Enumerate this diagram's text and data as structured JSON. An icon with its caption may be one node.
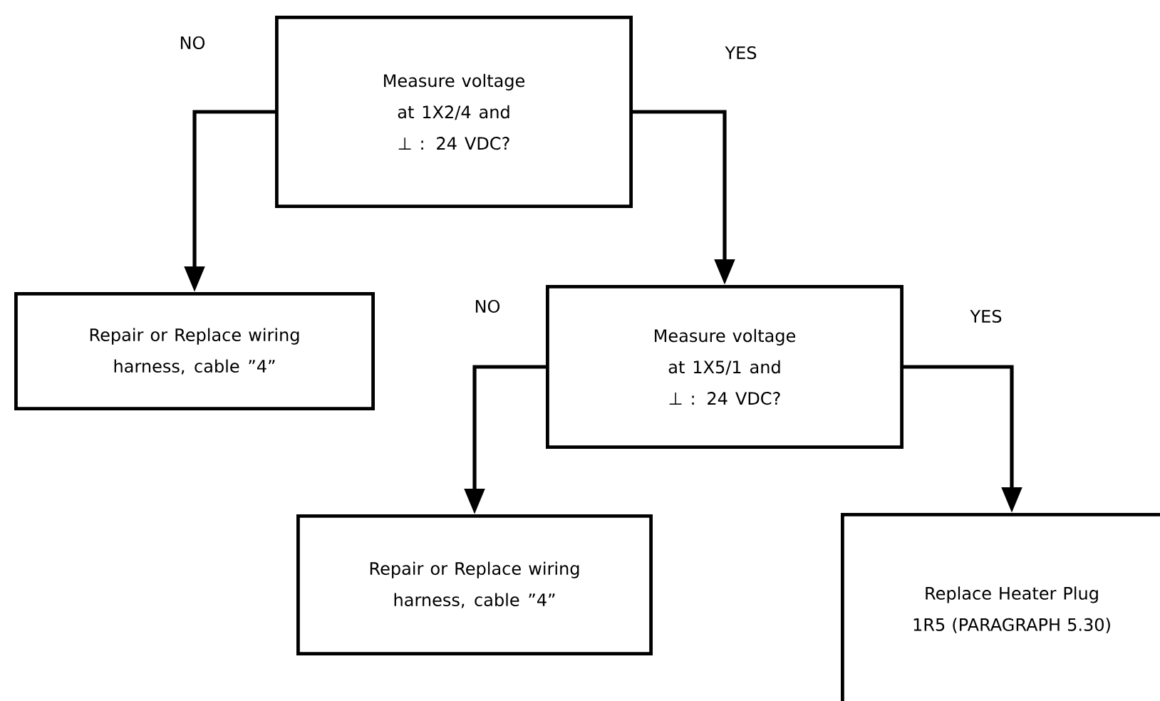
{
  "diagram": {
    "nodes": [
      {
        "text": [
          "Measure voltage at 1X2/4 and ⊥ : 24 VDC?"
        ]
      },
      {
        "text": [
          "Repair or Replace wiring harness, cable ”4”"
        ]
      },
      {
        "text": [
          "Measure voltage at 1X5/1 and ⊥ : 24 VDC?"
        ]
      },
      {
        "text": [
          "Repair or Replace wiring harness, cable ”4”"
        ]
      },
      {
        "text": [
          "Replace Heater Plug 1R5 (PARAGRAPH 5.30)"
        ]
      }
    ],
    "edges": [
      {
        "from": 0,
        "to": 1,
        "arrow": "to",
        "label": "NO"
      },
      {
        "from": 0,
        "to": 2,
        "arrow": "to",
        "label": "YES"
      },
      {
        "from": 2,
        "to": 3,
        "arrow": "to",
        "label": "NO"
      },
      {
        "from": 2,
        "to": 4,
        "arrow": "to",
        "label": "YES"
      }
    ]
  }
}
